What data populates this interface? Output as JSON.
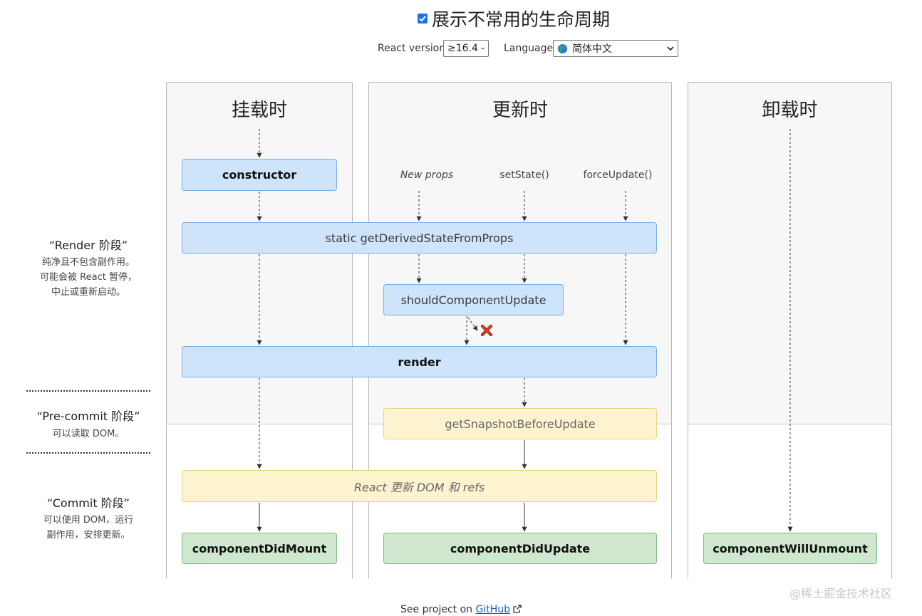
{
  "header": {
    "title": "展示不常用的生命周期",
    "show_uncommon_checked": true,
    "react_version_label": "React version",
    "react_version_value": "≥16.4",
    "language_label": "Language",
    "language_value": "简体中文"
  },
  "columns": {
    "mount": {
      "title": "挂载时"
    },
    "update": {
      "title": "更新时"
    },
    "unmount": {
      "title": "卸载时"
    }
  },
  "triggers": {
    "new_props": "New props",
    "set_state": "setState()",
    "force_update": "forceUpdate()"
  },
  "nodes": {
    "constructor": "constructor",
    "get_derived_state": "static getDerivedStateFromProps",
    "should_component_update": "shouldComponentUpdate",
    "render": "render",
    "get_snapshot": "getSnapshotBeforeUpdate",
    "react_updates_dom": "React 更新 DOM 和 refs",
    "component_did_mount": "componentDidMount",
    "component_did_update": "componentDidUpdate",
    "component_will_unmount": "componentWillUnmount"
  },
  "phases": {
    "render": {
      "title": "“Render 阶段”",
      "desc": "纯净且不包含副作用。\n可能会被 React 暂停，\n中止或重新启动。"
    },
    "precommit": {
      "title": "“Pre-commit 阶段”",
      "desc": "可以读取 DOM。"
    },
    "commit": {
      "title": "“Commit 阶段”",
      "desc": "可以使用 DOM，运行\n副作用，安排更新。"
    }
  },
  "footer": {
    "prefix": "See project on",
    "link": "GitHub"
  },
  "watermark": "@稀土掘金技术社区",
  "colors": {
    "lifecycle_blue": "#cde4fb",
    "lifecycle_yellow": "#fdf3cf",
    "lifecycle_green": "#cfe6cf",
    "cancel_red": "#d9412b"
  }
}
